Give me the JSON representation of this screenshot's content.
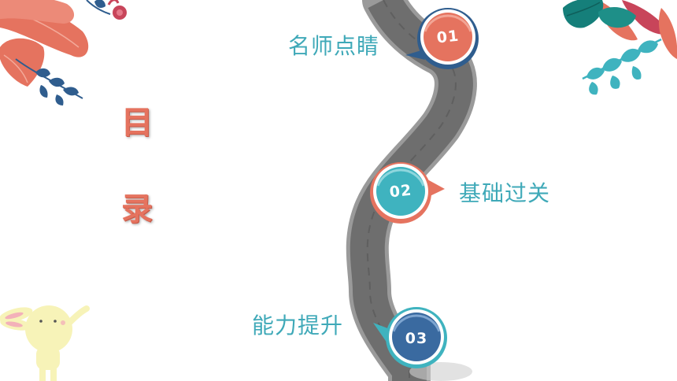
{
  "slide": {
    "title_chars": [
      "目",
      "录"
    ],
    "items": [
      {
        "number": "01",
        "label": "名师点睛",
        "color": "#e5735f"
      },
      {
        "number": "02",
        "label": "基础过关",
        "color": "#3fb3bf"
      },
      {
        "number": "03",
        "label": "能力提升",
        "color": "#3a6aa0"
      }
    ]
  },
  "colors": {
    "title": "#e5735f",
    "label": "#3fa9b8",
    "road": "#6e6e6e",
    "leaf_coral": "#e5735f",
    "leaf_teal": "#3fb3bf",
    "leaf_navy": "#2f5d8e",
    "rabbit": "#f7f3b8"
  }
}
